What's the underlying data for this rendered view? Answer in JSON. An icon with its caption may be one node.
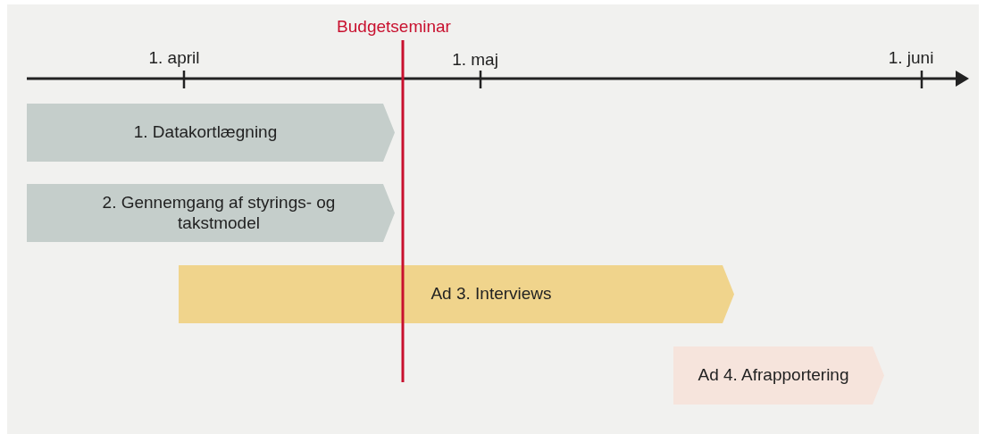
{
  "diagram": {
    "nodes": [
      {
        "text": [
          "1. Datakortlægning"
        ]
      },
      {
        "text": [
          "2. Gennemgang  af styrings- og takstmodel"
        ]
      },
      {
        "text": [
          "Ad 3. Interviews"
        ]
      },
      {
        "text": [
          "Ad 4. Afrapportering"
        ]
      }
    ],
    "labels": [
      "Budgetseminar",
      "1. april",
      "1. maj",
      "1. juni"
    ]
  }
}
